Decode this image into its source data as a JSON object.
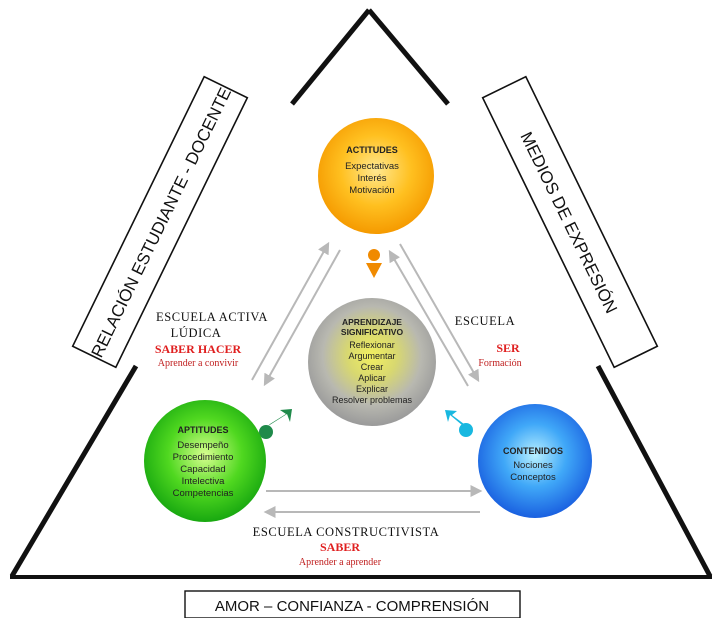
{
  "side_left": "RELACIÓN ESTUDIANTE - DOCENTE",
  "side_right": "MEDIOS DE EXPRESIÓN",
  "bottom_box": "AMOR – CONFIANZA - COMPRENSIÓN",
  "nodes": {
    "actitudes": {
      "title": "ACTITUDES",
      "lines": [
        "Expectativas",
        "Interés",
        "Motivación"
      ]
    },
    "aprendizaje": {
      "title": [
        "APRENDIZAJE",
        "SIGNIFICATIVO"
      ],
      "lines": [
        "Reflexionar",
        "Argumentar",
        "Crear",
        "Aplicar",
        "Explicar",
        "Resolver problemas"
      ]
    },
    "aptitudes": {
      "title": "APTITUDES",
      "lines": [
        "Desempeño",
        "Procedimiento",
        "Capacidad",
        "Intelectiva",
        "Competencias"
      ]
    },
    "contenidos": {
      "title": "CONTENIDOS",
      "lines": [
        "Nociones",
        "Conceptos"
      ]
    }
  },
  "schools": {
    "activa": {
      "line1": "ESCUELA ACTIVA",
      "line2": "LÚDICA",
      "highlight": "SABER HACER",
      "sub": "Aprender a convivir"
    },
    "escuela": {
      "line1": "ESCUELA",
      "highlight": "SER",
      "sub": "Formación"
    },
    "constructivista": {
      "line1": "ESCUELA CONSTRUCTIVISTA",
      "highlight": "SABER",
      "sub": "Aprender a aprender"
    }
  },
  "colors": {
    "highlight": "#e02020",
    "actitudes": "#f5a000",
    "aptitudes": "#22c010",
    "contenidos": "#1a6fe0",
    "aprendizaje": "#a8a8a8",
    "arrow_gray": "#b8b8b8",
    "icon_orange": "#f08a00",
    "icon_green": "#1f8a4a",
    "icon_cyan": "#18b8e0"
  }
}
